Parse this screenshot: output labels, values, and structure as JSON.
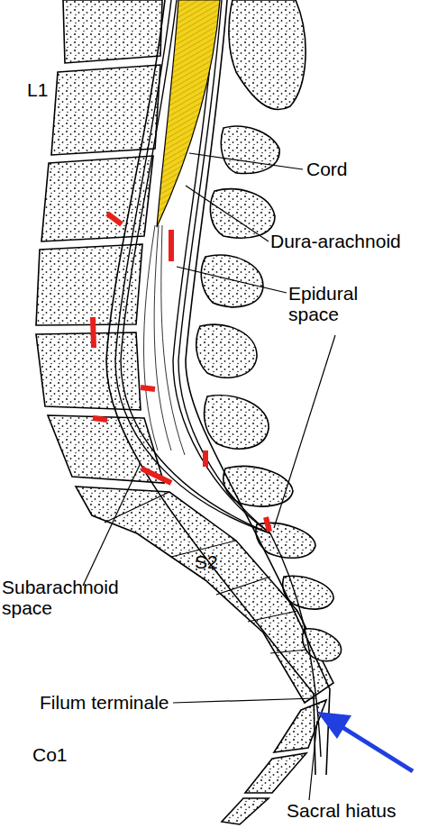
{
  "diagram": {
    "labels": [
      "L1",
      "Cord",
      "Dura-arachnoid",
      "Epidural space",
      "Subarachnoid space",
      "S2",
      "Filum terminale",
      "Co1",
      "Sacral hiatus"
    ]
  }
}
